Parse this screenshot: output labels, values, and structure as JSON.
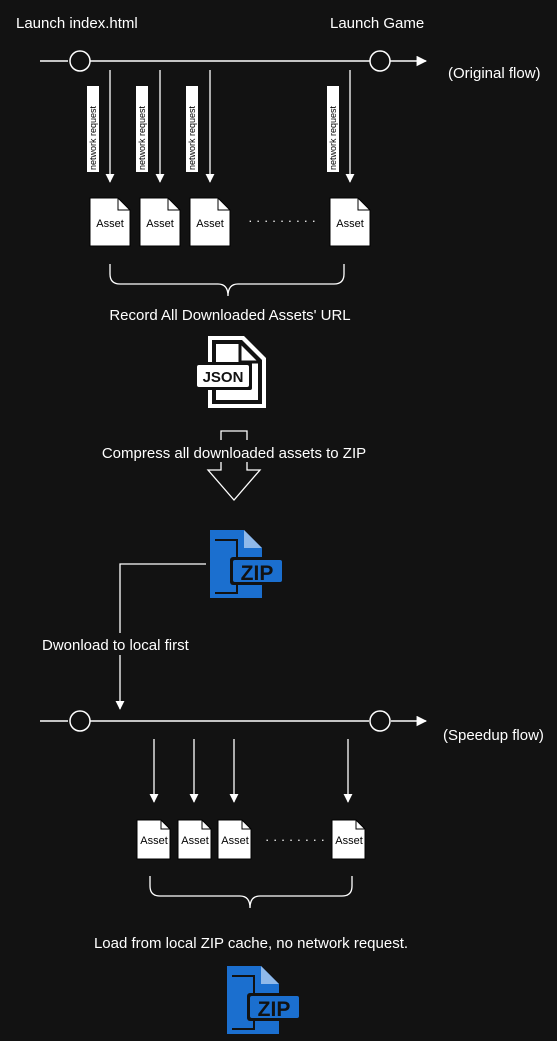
{
  "top_flow": {
    "launch_label": "Launch index.html",
    "game_label": "Launch Game",
    "flow_label": "(Original flow)",
    "request_label": "network  request",
    "asset_label": "Asset",
    "ellipsis": "· · · · · · · · ·",
    "record_label": "Record All Downloaded Assets' URL",
    "json_icon_text": "JSON"
  },
  "compress_label": "Compress all downloaded assets to ZIP",
  "zip_icon_text": "ZIP",
  "download_label": "Dwonload to local first",
  "bottom_flow": {
    "flow_label": "(Speedup flow)",
    "asset_label": "Asset",
    "ellipsis": "· · · · · · · ·",
    "load_label": "Load from local ZIP cache, no network request.",
    "zip_icon_text": "ZIP"
  },
  "colors": {
    "background": "#121212",
    "line": "#ffffff",
    "zip_blue": "#1b6fcf"
  }
}
